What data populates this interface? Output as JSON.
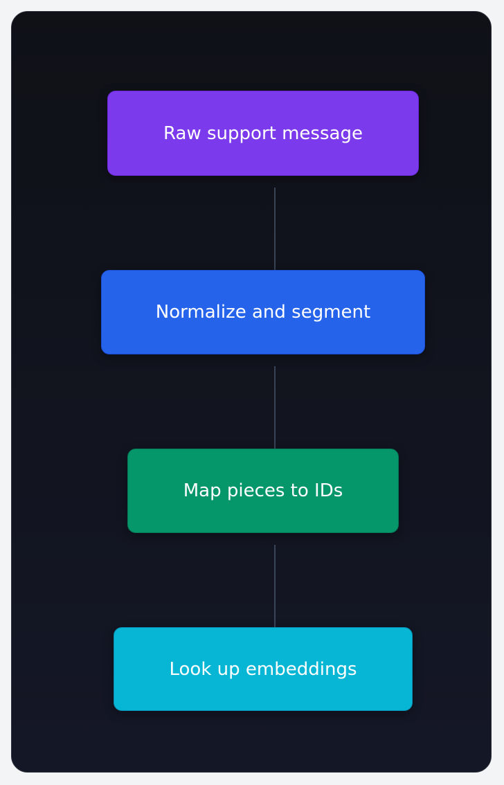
{
  "nodes": [
    {
      "id": "raw",
      "label": "Raw support message",
      "color": "#7c3aed",
      "border": "#6d28d9"
    },
    {
      "id": "normalize",
      "label": "Normalize and segment",
      "color": "#2563eb",
      "border": "#1d4ed8"
    },
    {
      "id": "map",
      "label": "Map pieces to IDs",
      "color": "#059669",
      "border": "#047857"
    },
    {
      "id": "lookup",
      "label": "Look up embeddings",
      "color": "#06b6d4",
      "border": "#0891b2"
    }
  ],
  "edges": [
    {
      "from": "raw",
      "to": "normalize"
    },
    {
      "from": "normalize",
      "to": "map"
    },
    {
      "from": "map",
      "to": "lookup"
    }
  ],
  "colors": {
    "edge": "#475569"
  }
}
